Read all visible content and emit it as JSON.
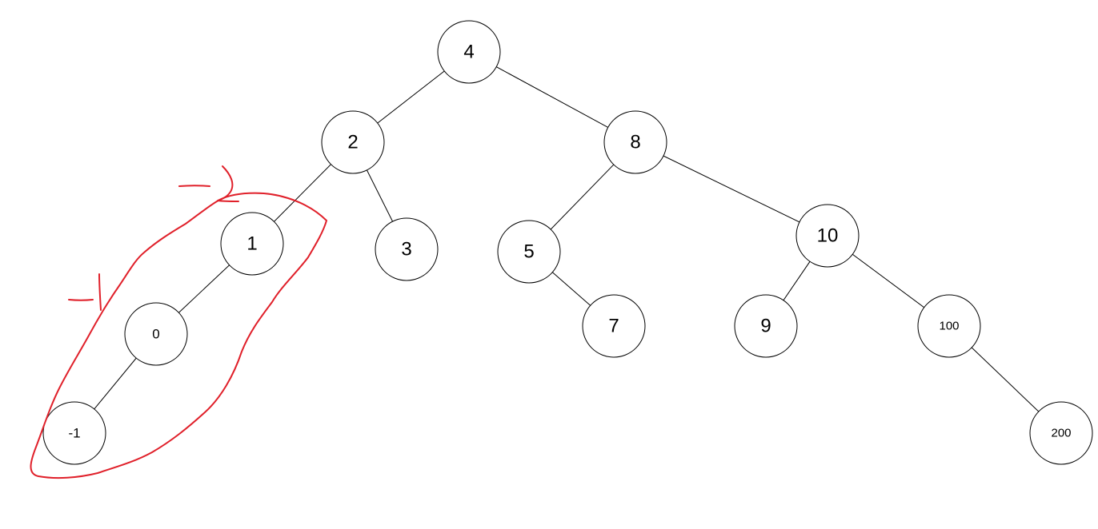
{
  "tree": {
    "nodes": [
      {
        "id": "n4",
        "label": "4"
      },
      {
        "id": "n2",
        "label": "2"
      },
      {
        "id": "n8",
        "label": "8"
      },
      {
        "id": "n1",
        "label": "1"
      },
      {
        "id": "n3",
        "label": "3"
      },
      {
        "id": "n5",
        "label": "5"
      },
      {
        "id": "n10",
        "label": "10"
      },
      {
        "id": "n0",
        "label": "0"
      },
      {
        "id": "n7",
        "label": "7"
      },
      {
        "id": "n9",
        "label": "9"
      },
      {
        "id": "n100",
        "label": "100"
      },
      {
        "id": "nm1",
        "label": "-1"
      },
      {
        "id": "n200",
        "label": "200"
      }
    ],
    "edges": [
      [
        "n4",
        "n2"
      ],
      [
        "n4",
        "n8"
      ],
      [
        "n2",
        "n1"
      ],
      [
        "n2",
        "n3"
      ],
      [
        "n8",
        "n5"
      ],
      [
        "n8",
        "n10"
      ],
      [
        "n1",
        "n0"
      ],
      [
        "n0",
        "nm1"
      ],
      [
        "n5",
        "n7"
      ],
      [
        "n10",
        "n9"
      ],
      [
        "n10",
        "n100"
      ],
      [
        "n100",
        "n200"
      ]
    ]
  },
  "colors": {
    "node_stroke": "#000000",
    "node_fill": "#ffffff",
    "annotation": "#e0202a"
  }
}
